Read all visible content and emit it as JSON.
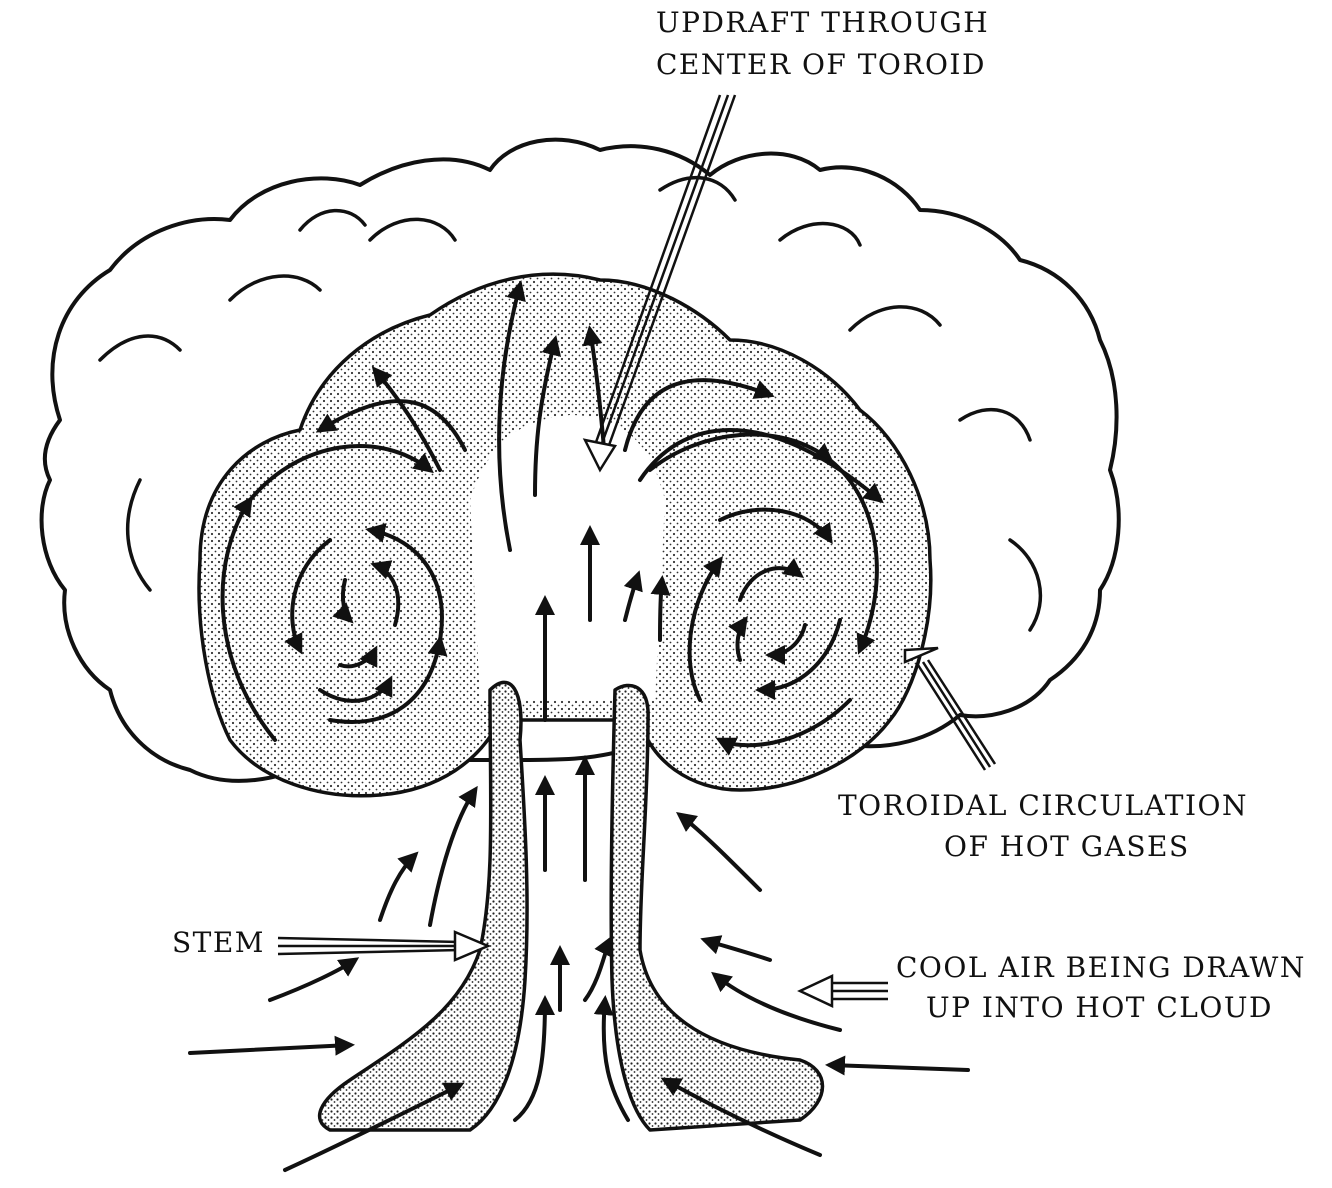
{
  "labels": {
    "updraft_line1": "UPDRAFT THROUGH",
    "updraft_line2": "CENTER OF TOROID",
    "toroidal_line1": "TOROIDAL CIRCULATION",
    "toroidal_line2": "OF HOT GASES",
    "stem": "STEM",
    "cool_line1": "COOL AIR BEING DRAWN",
    "cool_line2": "UP INTO HOT CLOUD"
  },
  "colors": {
    "ink": "#111111",
    "paper": "#ffffff"
  }
}
